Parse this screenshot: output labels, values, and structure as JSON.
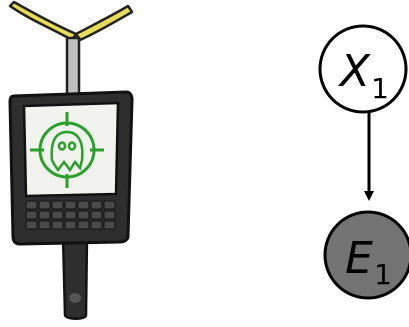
{
  "diagram": {
    "nodes": [
      {
        "id": "X",
        "label": "X",
        "subscript": "1",
        "fill": "#ffffff",
        "role": "hidden-variable"
      },
      {
        "id": "E",
        "label": "E",
        "subscript": "1",
        "fill": "#737373",
        "role": "evidence-variable"
      }
    ],
    "edges": [
      {
        "from": "X",
        "to": "E"
      }
    ]
  },
  "illustration": {
    "subject": "ghost-detector-device",
    "colors": {
      "antenna": "#e8dc5a",
      "mast": "#bfbfbf",
      "body": "#2e2e2e",
      "screen": "#f2f2ef",
      "target": "#2aa02a",
      "keypad": "#4a4a4a"
    }
  }
}
